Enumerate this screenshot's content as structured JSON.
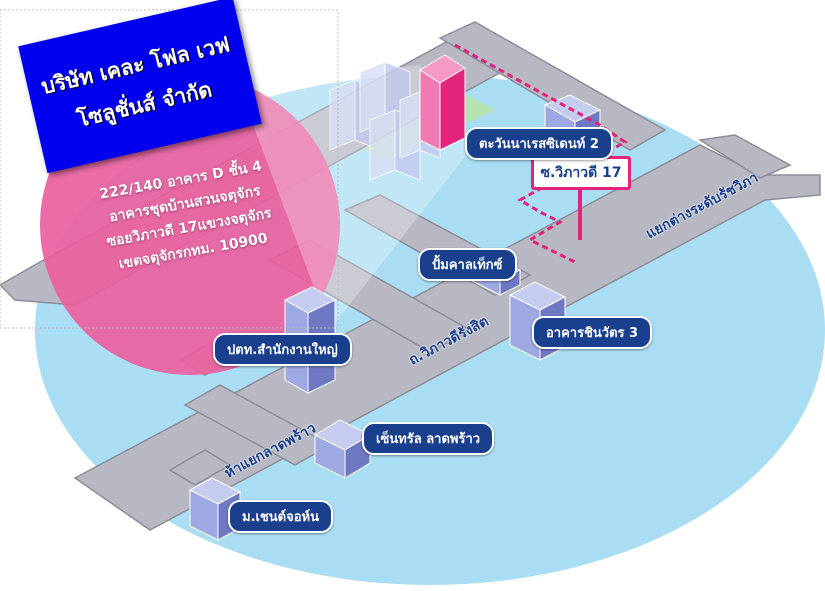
{
  "company": {
    "name_line1": "บริษัท เคละ โฟล เวฟ",
    "name_line2": "โซลูชั่นส์ จำกัด"
  },
  "address": {
    "line1": "222/140 อาคาร D ชั้น 4",
    "line2": "อาคารชุดบ้านสวนจตุจักร",
    "line3": "ซอยวิภาวดี 17แขวงจตุจักร",
    "line4": "เขตจตุจักรกทม. 10900"
  },
  "target_sign": "ซ.วิภาวดี 17",
  "landmarks": {
    "tawanna": "ตะวันนาเรสซิเดนท์ 2",
    "bumkhla": "ปั้มคาลเท็กซ์",
    "chinawat": "อาคารชินวัตร 3",
    "ptt": "ปตท.สำนักงานใหญ่",
    "central": "เซ็นทรัล ลาดพร้าว",
    "chandra": "ม.เชนต์จอห์น"
  },
  "roads": {
    "vibhavadi": "ถ.วิภาวดีรังสิต",
    "intersection_ladprao": "ห้าแยกลาดพร้าว",
    "intersection_elevated": "แยกต่างระดับรัชวิภา"
  },
  "colors": {
    "ellipse": "#a9ddf3",
    "road": "#b8b8c2",
    "road_edge": "#8d8d99",
    "building": "#9ea8e2",
    "building_dark": "#6f78c2",
    "target_building": "#e2247d",
    "pink_circle": "#ea5f9f",
    "route": "#e2247d",
    "label_bg": "#1a3f8c"
  }
}
